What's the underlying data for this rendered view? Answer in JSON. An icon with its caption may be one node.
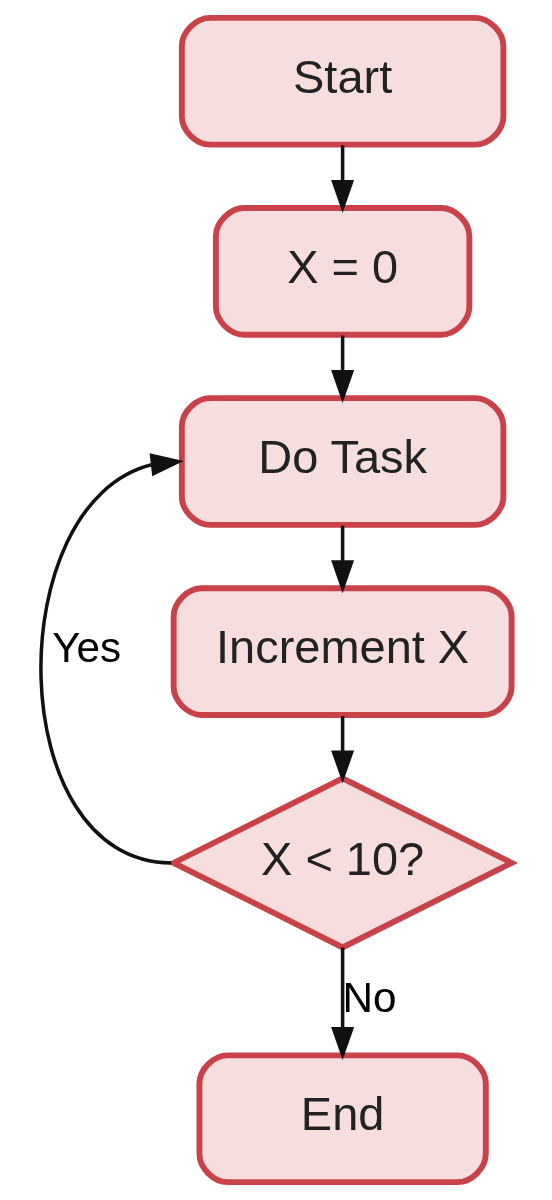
{
  "diagram": {
    "nodes": [
      {
        "text": [
          "Start"
        ]
      },
      {
        "text": [
          "X = 0"
        ]
      },
      {
        "text": [
          "Do Task"
        ]
      },
      {
        "text": [
          "Increment X"
        ]
      },
      {
        "text": [
          "X < 10?"
        ]
      },
      {
        "text": [
          "End"
        ]
      }
    ],
    "edges": [
      {
        "from": 0,
        "to": 1,
        "arrow": "to"
      },
      {
        "from": 1,
        "to": 2,
        "arrow": "to"
      },
      {
        "from": 2,
        "to": 3,
        "arrow": "to"
      },
      {
        "from": 3,
        "to": 4,
        "arrow": "to"
      },
      {
        "from": 4,
        "to": 2,
        "arrow": "to",
        "label": "Yes"
      },
      {
        "from": 4,
        "to": 5,
        "arrow": "to",
        "label": "No"
      }
    ]
  }
}
